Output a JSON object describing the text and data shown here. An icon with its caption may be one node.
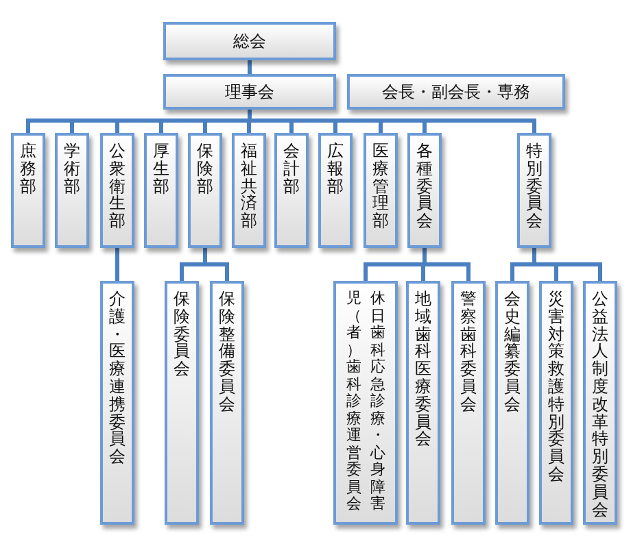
{
  "diagram": {
    "nodes": [
      {
        "text": [
          "総会"
        ]
      },
      {
        "text": [
          "理事会"
        ]
      },
      {
        "text": [
          "会長・副会長・専務"
        ]
      },
      {
        "text": [
          "庶務部"
        ]
      },
      {
        "text": [
          "学術部"
        ]
      },
      {
        "text": [
          "公衆衛生部"
        ]
      },
      {
        "text": [
          "厚生部"
        ]
      },
      {
        "text": [
          "保険部"
        ]
      },
      {
        "text": [
          "福祉共済部"
        ]
      },
      {
        "text": [
          "会計部"
        ]
      },
      {
        "text": [
          "広報部"
        ]
      },
      {
        "text": [
          "医療管理部"
        ]
      },
      {
        "text": [
          "各種委員会"
        ]
      },
      {
        "text": [
          "特別委員会"
        ]
      },
      {
        "text": [
          "介護・医療連携委員会"
        ]
      },
      {
        "text": [
          "保険委員会"
        ]
      },
      {
        "text": [
          "保険整備委員会"
        ]
      },
      {
        "text": [
          "休日歯科応急診療・心身障害児（者）歯科診療運営委員会"
        ]
      },
      {
        "text": [
          "地域歯科医療委員会"
        ]
      },
      {
        "text": [
          "警察歯科委員会"
        ]
      },
      {
        "text": [
          "会史編纂委員会"
        ]
      },
      {
        "text": [
          "災害対策救護特別委員会"
        ]
      },
      {
        "text": [
          "公益法人制度改革特別委員会"
        ]
      }
    ],
    "edges": [
      {
        "from": 0,
        "to": 1,
        "arrow": "none"
      },
      {
        "from": 1,
        "to": 3,
        "arrow": "none"
      },
      {
        "from": 1,
        "to": 4,
        "arrow": "none"
      },
      {
        "from": 1,
        "to": 5,
        "arrow": "none"
      },
      {
        "from": 1,
        "to": 6,
        "arrow": "none"
      },
      {
        "from": 1,
        "to": 7,
        "arrow": "none"
      },
      {
        "from": 1,
        "to": 8,
        "arrow": "none"
      },
      {
        "from": 1,
        "to": 9,
        "arrow": "none"
      },
      {
        "from": 1,
        "to": 10,
        "arrow": "none"
      },
      {
        "from": 1,
        "to": 11,
        "arrow": "none"
      },
      {
        "from": 1,
        "to": 12,
        "arrow": "none"
      },
      {
        "from": 1,
        "to": 13,
        "arrow": "none"
      },
      {
        "from": 5,
        "to": 14,
        "arrow": "none"
      },
      {
        "from": 7,
        "to": 15,
        "arrow": "none"
      },
      {
        "from": 7,
        "to": 16,
        "arrow": "none"
      },
      {
        "from": 12,
        "to": 17,
        "arrow": "none"
      },
      {
        "from": 12,
        "to": 18,
        "arrow": "none"
      },
      {
        "from": 12,
        "to": 19,
        "arrow": "none"
      },
      {
        "from": 13,
        "to": 20,
        "arrow": "none"
      },
      {
        "from": 13,
        "to": 21,
        "arrow": "none"
      },
      {
        "from": 13,
        "to": 22,
        "arrow": "none"
      }
    ]
  }
}
